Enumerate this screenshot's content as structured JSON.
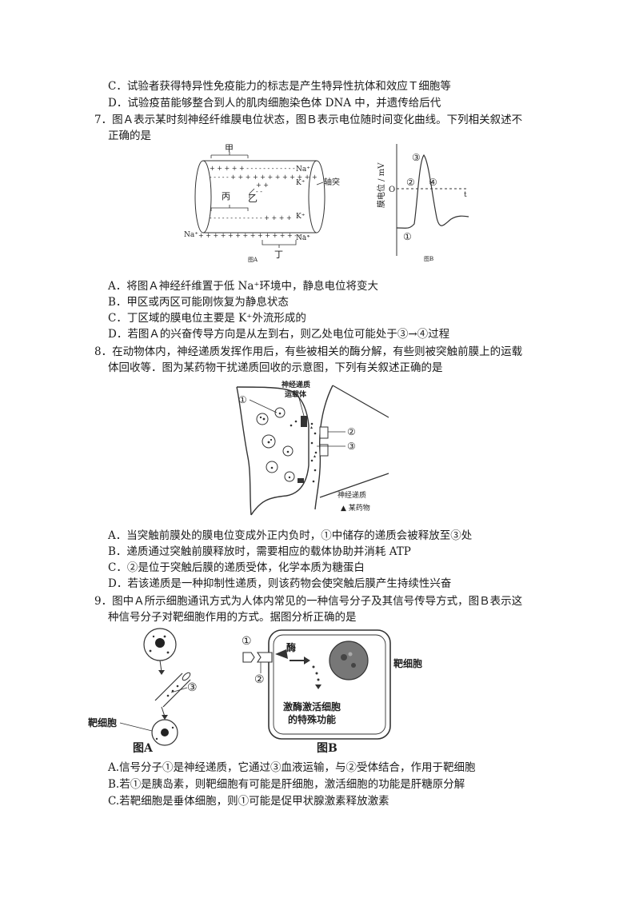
{
  "q6": {
    "opt_c": "C．试验者获得特异性免疫能力的标志是产生特异性抗体和效应Ｔ细胞等",
    "opt_d": "D．试验疫苗能够整合到人的肌肉细胞染色体 DNA 中，并遗传给后代"
  },
  "q7": {
    "stem1": "7．图Ａ表示某时刻神经纤维膜电位状态，图Ｂ表示电位随时间变化曲线。下列相关叙述不",
    "stem2": "正确的是",
    "fig_a": {
      "label_jia": "甲",
      "label_yi": "乙",
      "label_bing": "丙",
      "label_ding": "丁",
      "na_top": "Na⁺",
      "k_top": "K⁺",
      "k_bottom": "K⁺",
      "na_left": "Na⁺",
      "na_bottom": "Na⁺",
      "axon": "轴突",
      "caption": "图A",
      "row1": "+ + + + +  - - - - - - - - - - - -",
      "row2": "- - - - -  + + + + + + + + + + + +",
      "row3": "- - - - - - - - - - - - -  + + + +",
      "row4": "+ + + + + + + + + + + + +  - - - -",
      "yi_plus": "+ +",
      "yi_minus": "- -"
    },
    "fig_b": {
      "ylabel": "膜电位 / mV",
      "origin": "O",
      "t": "t",
      "m1": "①",
      "m2": "②",
      "m3": "③",
      "m4": "④",
      "caption": "图B"
    },
    "opt_a": "A．将图Ａ神经纤维置于低 Na⁺环境中，静息电位将变大",
    "opt_b": "B．甲区或丙区可能刚恢复为静息状态",
    "opt_c": "C．丁区域的膜电位主要是 K⁺外流形成的",
    "opt_d": "D．若图Ａ的兴奋传导方向是从左到右，则乙处电位可能处于③→④过程"
  },
  "q8": {
    "stem1": "8．在动物体内，神经递质发挥作用后，有些被相关的酶分解，有些则被突触前膜上的运载",
    "stem2": "体回收等．图为某药物干扰递质回收的示意图，下列有关叙述正确的是",
    "fig": {
      "m1": "①",
      "m2": "②",
      "m3": "③",
      "carrier1": "神经递质",
      "carrier2": "运载体",
      "legend1": "神经递质",
      "legend2": "▲ 某药物"
    },
    "opt_a": "A．当突触前膜处的膜电位变成外正内负时，①中储存的递质会被释放至③处",
    "opt_b": "B．递质通过突触前膜释放时，需要相应的载体协助并消耗 ATP",
    "opt_c": "C．②是位于突触后膜的递质受体，化学本质为糖蛋白",
    "opt_d": "D．若该递质是一种抑制性递质，则该药物会使突触后膜产生持续性兴奋"
  },
  "q9": {
    "stem1": "9．图中Ａ所示细胞通讯方式为人体内常见的一种信号分子及其信号传导方式，图Ｂ表示这",
    "stem2": "种信号分子对靶细胞作用的方式。据图分析正确的是",
    "fig_a": {
      "m3": "③",
      "target": "靶细胞",
      "caption": "图A"
    },
    "fig_b": {
      "m1": "①",
      "m2": "②",
      "enzyme": "酶",
      "target": "靶细胞",
      "box1": "激酶激活细胞",
      "box2": "的特殊功能",
      "caption": "图B"
    },
    "opt_a": "A.信号分子①是神经递质，它通过③血液运输，与②受体结合，作用于靶细胞",
    "opt_b": "B.若①是胰岛素，则靶细胞有可能是肝细胞，激活细胞的功能是肝糖原分解",
    "opt_c": "C.若靶细胞是垂体细胞，则①可能是促甲状腺激素释放激素"
  }
}
